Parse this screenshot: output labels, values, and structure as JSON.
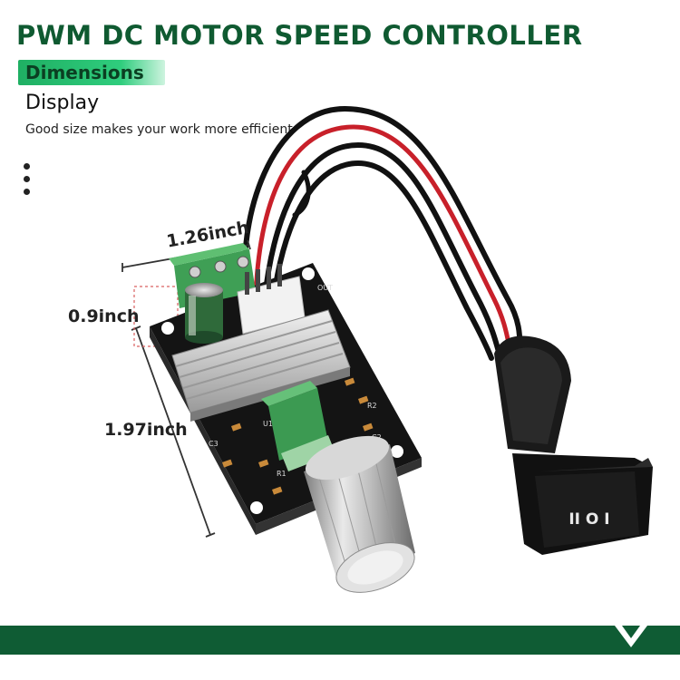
{
  "header": {
    "title": "PWM DC MOTOR SPEED CONTROLLER",
    "badge": "Dimensions",
    "subtitle": "Display",
    "tagline": "Good size makes your work more efficient"
  },
  "measurements": {
    "width": "1.26inch",
    "height": "0.9inch",
    "length": "1.97inch"
  },
  "switch_symbols": "II O I",
  "colors": {
    "title": "#0f5a31",
    "badge": "#2fcd7d",
    "footer": "#0f5c34",
    "pcb": "#111111",
    "terminal": "#3f9f55"
  }
}
